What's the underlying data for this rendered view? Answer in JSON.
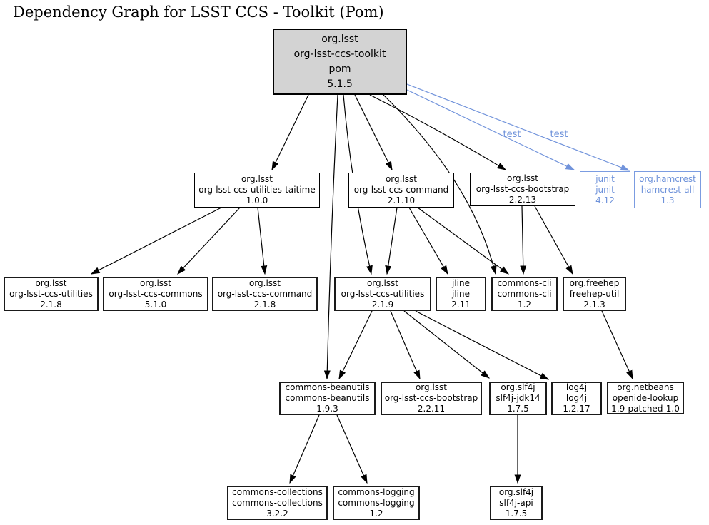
{
  "title": "Dependency Graph for LSST CCS - Toolkit (Pom)",
  "colors": {
    "background": "#ffffff",
    "root_node_fill": "#d3d3d3",
    "node_fill": "#ffffff",
    "node_border": "#000000",
    "edge_color": "#000000",
    "test_scope_color": "#7193db"
  },
  "nodes": {
    "root": {
      "group": "org.lsst",
      "artifact": "org-lsst-ccs-toolkit",
      "packaging": "pom",
      "version": "5.1.5"
    },
    "taitime": {
      "group": "org.lsst",
      "artifact": "org-lsst-ccs-utilities-taitime",
      "version": "1.0.0"
    },
    "command2110": {
      "group": "org.lsst",
      "artifact": "org-lsst-ccs-command",
      "version": "2.1.10"
    },
    "bootstrap2213": {
      "group": "org.lsst",
      "artifact": "org-lsst-ccs-bootstrap",
      "version": "2.2.13"
    },
    "junit": {
      "group": "junit",
      "artifact": "junit",
      "version": "4.12"
    },
    "hamcrest": {
      "group": "org.hamcrest",
      "artifact": "hamcrest-all",
      "version": "1.3"
    },
    "utilities218": {
      "group": "org.lsst",
      "artifact": "org-lsst-ccs-utilities",
      "version": "2.1.8"
    },
    "commons510": {
      "group": "org.lsst",
      "artifact": "org-lsst-ccs-commons",
      "version": "5.1.0"
    },
    "command218": {
      "group": "org.lsst",
      "artifact": "org-lsst-ccs-command",
      "version": "2.1.8"
    },
    "utilities219": {
      "group": "org.lsst",
      "artifact": "org-lsst-ccs-utilities",
      "version": "2.1.9"
    },
    "jline": {
      "group": "jline",
      "artifact": "jline",
      "version": "2.11"
    },
    "commonscli": {
      "group": "commons-cli",
      "artifact": "commons-cli",
      "version": "1.2"
    },
    "freehep": {
      "group": "org.freehep",
      "artifact": "freehep-util",
      "version": "2.1.3"
    },
    "beanutils": {
      "group": "commons-beanutils",
      "artifact": "commons-beanutils",
      "version": "1.9.3"
    },
    "bootstrap2211": {
      "group": "org.lsst",
      "artifact": "org-lsst-ccs-bootstrap",
      "version": "2.2.11"
    },
    "slf4jjdk14": {
      "group": "org.slf4j",
      "artifact": "slf4j-jdk14",
      "version": "1.7.5"
    },
    "log4j": {
      "group": "log4j",
      "artifact": "log4j",
      "version": "1.2.17"
    },
    "netbeans": {
      "group": "org.netbeans",
      "artifact": "openide-lookup",
      "version": "1.9-patched-1.0"
    },
    "collections": {
      "group": "commons-collections",
      "artifact": "commons-collections",
      "version": "3.2.2"
    },
    "logging": {
      "group": "commons-logging",
      "artifact": "commons-logging",
      "version": "1.2"
    },
    "slf4japi": {
      "group": "org.slf4j",
      "artifact": "slf4j-api",
      "version": "1.7.5"
    }
  },
  "edges": [
    {
      "from": "org-lsst-ccs-toolkit",
      "to": "org-lsst-ccs-utilities-taitime",
      "label": ""
    },
    {
      "from": "org-lsst-ccs-toolkit",
      "to": "org-lsst-ccs-command-2.1.10",
      "label": ""
    },
    {
      "from": "org-lsst-ccs-toolkit",
      "to": "org-lsst-ccs-bootstrap-2.2.13",
      "label": ""
    },
    {
      "from": "org-lsst-ccs-toolkit",
      "to": "junit",
      "label": "test"
    },
    {
      "from": "org-lsst-ccs-toolkit",
      "to": "hamcrest-all",
      "label": "test"
    },
    {
      "from": "org-lsst-ccs-toolkit",
      "to": "org-lsst-ccs-utilities-2.1.9",
      "label": ""
    },
    {
      "from": "org-lsst-ccs-toolkit",
      "to": "commons-cli",
      "label": ""
    },
    {
      "from": "org-lsst-ccs-toolkit",
      "to": "commons-beanutils",
      "label": ""
    },
    {
      "from": "org-lsst-ccs-utilities-taitime",
      "to": "org-lsst-ccs-utilities-2.1.8",
      "label": ""
    },
    {
      "from": "org-lsst-ccs-utilities-taitime",
      "to": "org-lsst-ccs-commons-5.1.0",
      "label": ""
    },
    {
      "from": "org-lsst-ccs-utilities-taitime",
      "to": "org-lsst-ccs-command-2.1.8",
      "label": ""
    },
    {
      "from": "org-lsst-ccs-command-2.1.10",
      "to": "org-lsst-ccs-utilities-2.1.9",
      "label": ""
    },
    {
      "from": "org-lsst-ccs-command-2.1.10",
      "to": "jline",
      "label": ""
    },
    {
      "from": "org-lsst-ccs-command-2.1.10",
      "to": "commons-cli",
      "label": ""
    },
    {
      "from": "org-lsst-ccs-bootstrap-2.2.13",
      "to": "commons-cli",
      "label": ""
    },
    {
      "from": "org-lsst-ccs-bootstrap-2.2.13",
      "to": "freehep-util",
      "label": ""
    },
    {
      "from": "org-lsst-ccs-utilities-2.1.9",
      "to": "commons-beanutils",
      "label": ""
    },
    {
      "from": "org-lsst-ccs-utilities-2.1.9",
      "to": "org-lsst-ccs-bootstrap-2.2.11",
      "label": ""
    },
    {
      "from": "org-lsst-ccs-utilities-2.1.9",
      "to": "slf4j-jdk14",
      "label": ""
    },
    {
      "from": "org-lsst-ccs-utilities-2.1.9",
      "to": "log4j",
      "label": ""
    },
    {
      "from": "freehep-util",
      "to": "openide-lookup",
      "label": ""
    },
    {
      "from": "commons-beanutils",
      "to": "commons-collections",
      "label": ""
    },
    {
      "from": "commons-beanutils",
      "to": "commons-logging",
      "label": ""
    },
    {
      "from": "slf4j-jdk14",
      "to": "slf4j-api",
      "label": ""
    }
  ]
}
